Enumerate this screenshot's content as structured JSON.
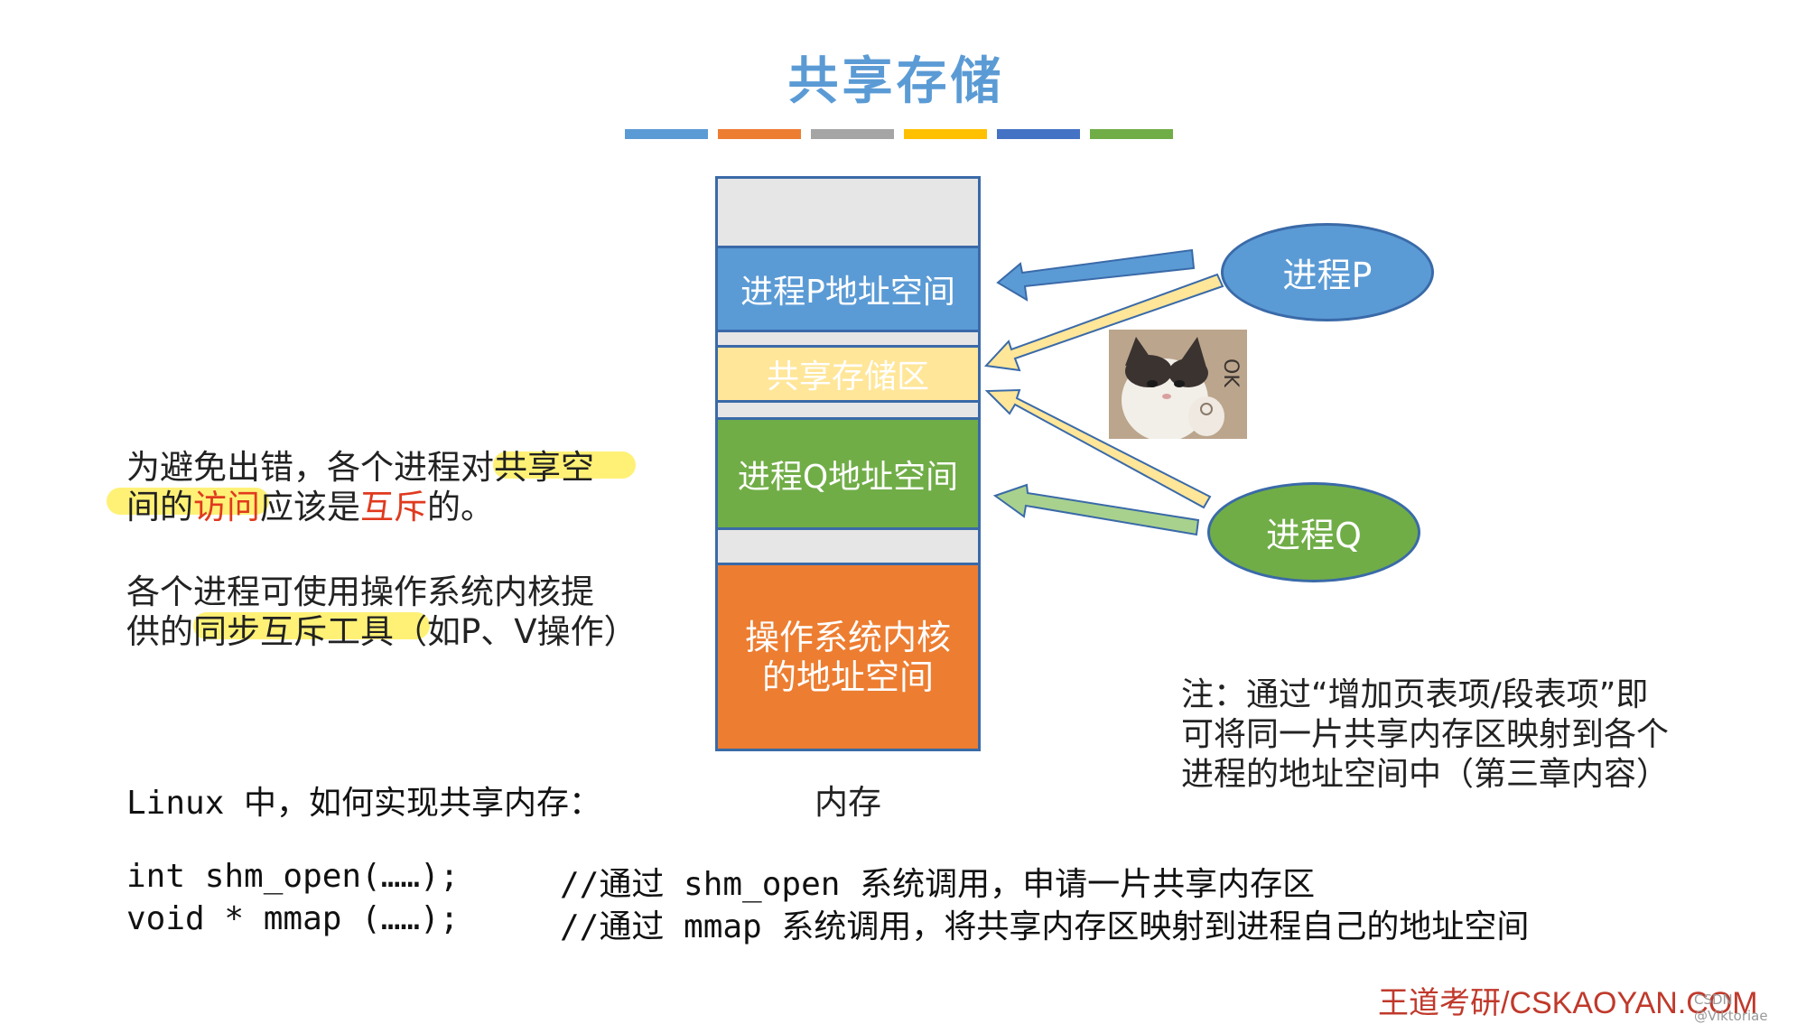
{
  "title": "共享存储",
  "title_bar_colors": [
    "#5b9bd5",
    "#ed7d31",
    "#a5a5a5",
    "#ffc000",
    "#4472c4",
    "#70ad47"
  ],
  "memory": {
    "caption": "内存",
    "blocks": [
      {
        "label": "",
        "color": "#e7e6e6"
      },
      {
        "label": "进程P地址空间",
        "color": "#5b9bd5"
      },
      {
        "label": "",
        "color": "#e7e6e6"
      },
      {
        "label": "共享存储区",
        "color": "#ffe699"
      },
      {
        "label": "",
        "color": "#e7e6e6"
      },
      {
        "label": "进程Q地址空间",
        "color": "#70ad47"
      },
      {
        "label": "",
        "color": "#e7e6e6"
      },
      {
        "label": "操作系统内核\n的地址空间",
        "color": "#ed7d31"
      }
    ]
  },
  "processes": {
    "p": {
      "label": "进程P",
      "color": "#5b9bd5"
    },
    "q": {
      "label": "进程Q",
      "color": "#70ad47"
    }
  },
  "left_text": {
    "para1": {
      "line1_a": "为避免出错，各个进程对",
      "line1_b": "共享空",
      "line2_a": "间的",
      "line2_b": "访问",
      "line2_c": "应该是",
      "line2_d": "互斥",
      "line2_e": "的。"
    },
    "para2": {
      "line1": "各个进程可使用操作系统内核提",
      "line2_a": "供的",
      "line2_b": "同步互斥工具",
      "line2_c": "（如P、V操作）"
    }
  },
  "note": {
    "line1": "注：通过“增加页表项/段表项”即",
    "line2": "可将同一片共享内存区映射到各个",
    "line3": "进程的地址空间中（第三章内容）"
  },
  "linux": {
    "heading": "Linux 中，如何实现共享内存：",
    "code1": "int shm_open(……);",
    "comment1": "//通过 shm_open 系统调用，申请一片共享内存区",
    "code2": "void * mmap (……);",
    "comment2": "//通过 mmap 系统调用，将共享内存区映射到进程自己的地址空间"
  },
  "cat_image": {
    "icon": "cat-ok-meme-icon",
    "text": "OK"
  },
  "footer": {
    "brand": "王道考研/CSKAOYAN.COM",
    "watermark": "CSDN @Viktoriae"
  }
}
